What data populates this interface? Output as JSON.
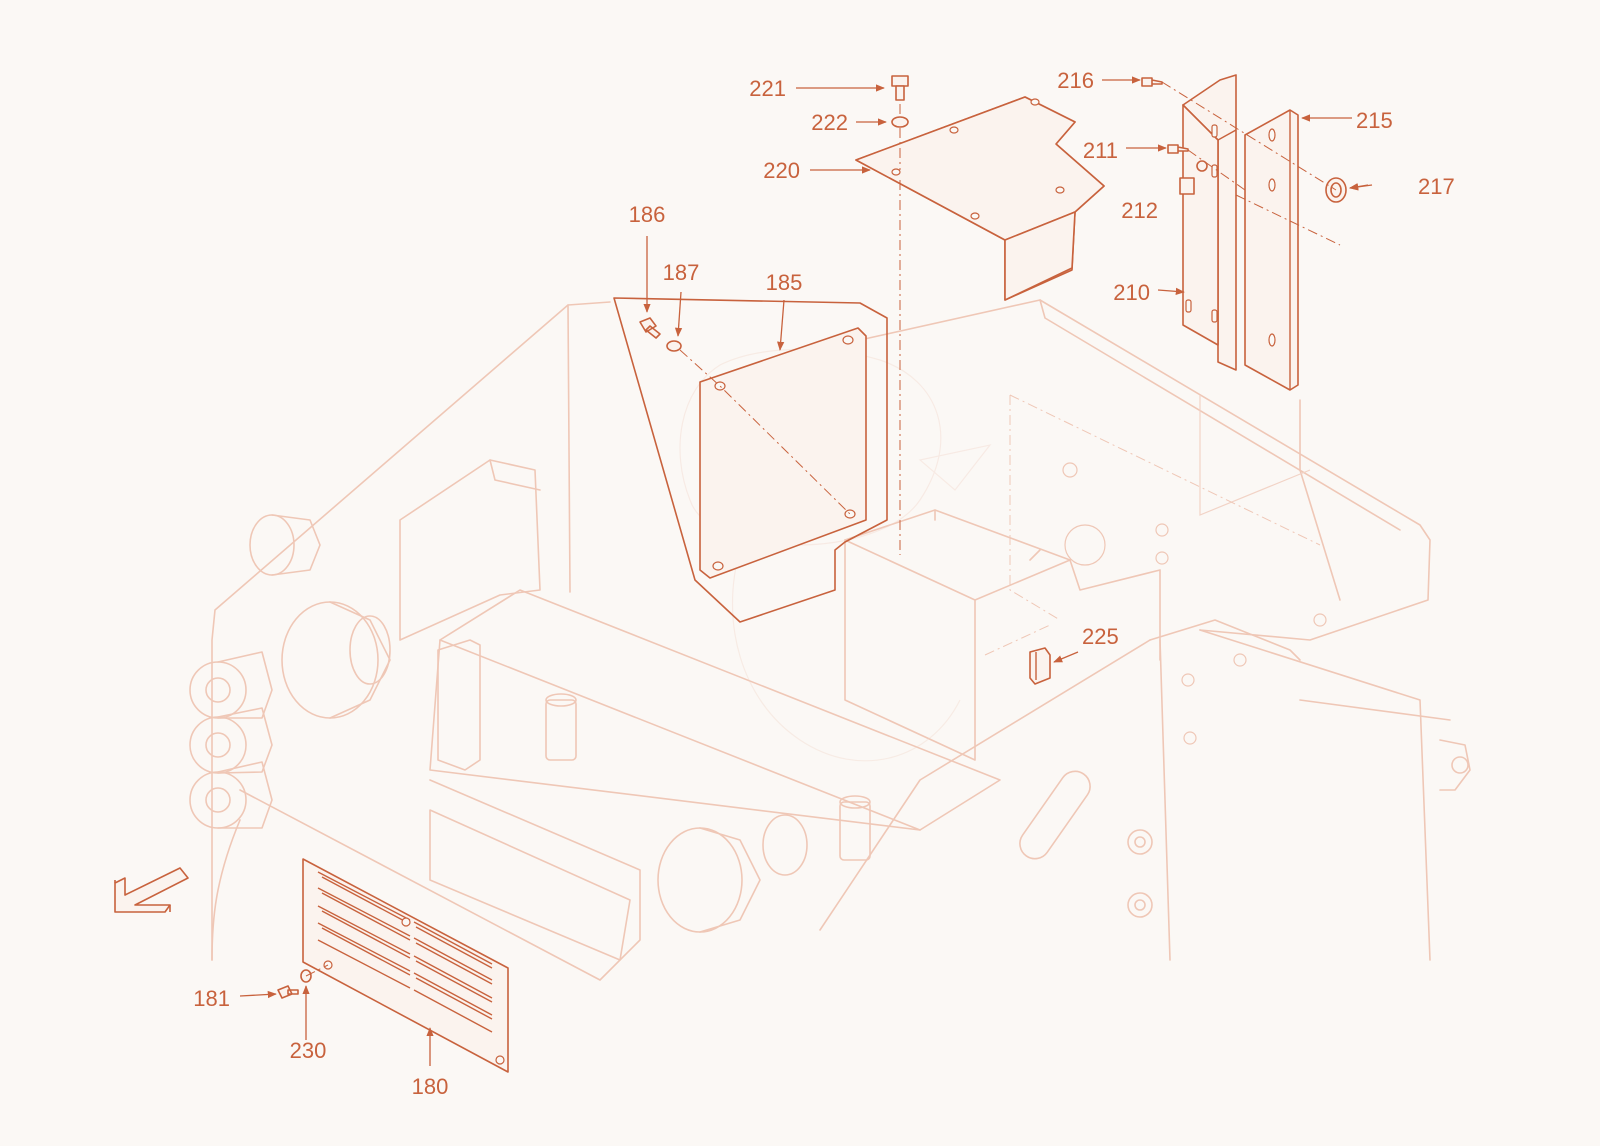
{
  "callouts": [
    {
      "id": "c221",
      "text": "221"
    },
    {
      "id": "c222",
      "text": "222"
    },
    {
      "id": "c220",
      "text": "220"
    },
    {
      "id": "c216",
      "text": "216"
    },
    {
      "id": "c215",
      "text": "215"
    },
    {
      "id": "c211",
      "text": "211"
    },
    {
      "id": "c212",
      "text": "212"
    },
    {
      "id": "c217",
      "text": "217"
    },
    {
      "id": "c210",
      "text": "210"
    },
    {
      "id": "c186",
      "text": "186"
    },
    {
      "id": "c187",
      "text": "187"
    },
    {
      "id": "c185",
      "text": "185"
    },
    {
      "id": "c225",
      "text": "225"
    },
    {
      "id": "c181",
      "text": "181"
    },
    {
      "id": "c230",
      "text": "230"
    },
    {
      "id": "c180",
      "text": "180"
    }
  ],
  "colors": {
    "accent": "#c8623d",
    "faint": "#efc7b6",
    "background": "#fbf8f5"
  },
  "icons": {
    "direction": "front-direction-arrow-icon",
    "watermark": "dragon-watermark-icon"
  }
}
